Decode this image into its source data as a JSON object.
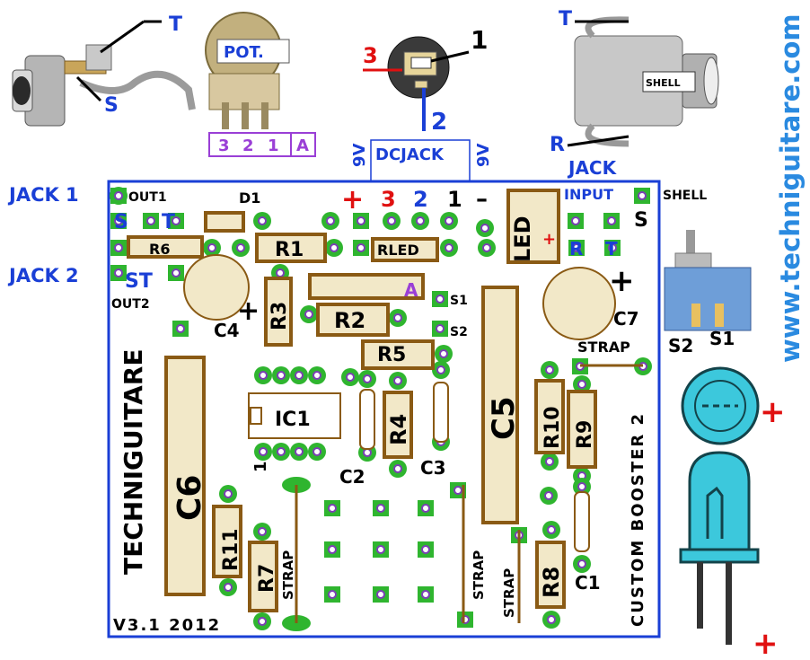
{
  "colors": {
    "board": "#ffffff",
    "board_border": "#1a3fd6",
    "pad_green": "#2fb52f",
    "pad_hole": "#7b3fb5",
    "part_outline": "#8a5a14",
    "part_body": "#f2e8c8",
    "blue_text": "#1a3fd6",
    "red": "#e01010",
    "led_cyan": "#3cc8dc",
    "watermark": "#2a8ae0"
  },
  "watermark": "www.techniguitare.com",
  "outer_labels": {
    "jack1": "JACK 1",
    "jack2": "JACK 2",
    "jack_top": "JACK",
    "shell": "SHELL",
    "pot": "POT.",
    "pot_pins": [
      "3",
      "2",
      "1",
      "A"
    ],
    "dcjack": "DCJACK",
    "dc_9v_left": "9V",
    "dc_9v_right": "9V",
    "dc_pin1": "1",
    "dc_pin2": "2",
    "dc_pin3": "3",
    "jack_left_t": "T",
    "jack_left_s": "S",
    "jack_right_t": "T",
    "jack_right_r": "R",
    "jack_right_shell": "SHELL",
    "switch_s2": "S2",
    "switch_s1": "S1",
    "led_plus_top": "+",
    "led_plus_bottom": "+"
  },
  "board_labels": {
    "out1": "OUT1",
    "d1": "D1",
    "s_left": "S",
    "t_left": "T",
    "st": "ST",
    "out2": "OUT2",
    "r6": "R6",
    "r1": "R1",
    "r3": "R3",
    "r2": "R2",
    "r5": "R5",
    "rled": "RLED",
    "led": "LED",
    "plus_red": "+",
    "num3": "3",
    "num2": "2",
    "num1": "1",
    "minus": "–",
    "input": "INPUT",
    "s_right": "S",
    "r_right": "R",
    "t_right": "T",
    "c4": "C4",
    "c7": "C7",
    "strap1": "STRAP",
    "s1": "S1",
    "s2": "S2",
    "a_pad": "A",
    "ic1": "IC1",
    "ic_pin1": "1",
    "r4": "R4",
    "c2": "C2",
    "c3": "C3",
    "c5": "C5",
    "c6": "C6",
    "r10": "R10",
    "r9": "R9",
    "r11": "R11",
    "r7": "R7",
    "r8": "R8",
    "c1": "C1",
    "strap2": "STRAP",
    "strap3": "STRAP",
    "strap4": "STRAP",
    "brand": "TECHNIGUITARE",
    "model": "CUSTOM BOOSTER 2",
    "version": "V3.1 2012"
  }
}
